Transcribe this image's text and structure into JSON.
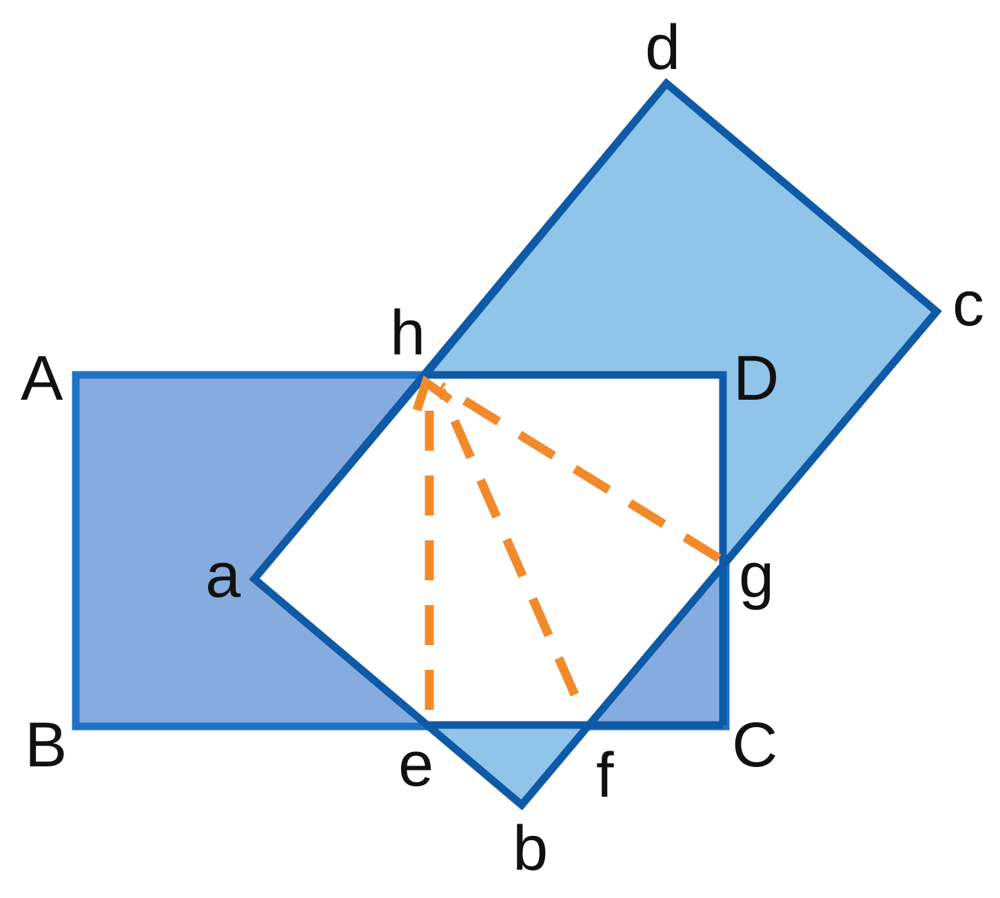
{
  "labels": {
    "A": "A",
    "B": "B",
    "C": "C",
    "D": "D",
    "a": "a",
    "b": "b",
    "c": "c",
    "d": "d",
    "e": "e",
    "f": "f",
    "g": "g",
    "h": "h"
  },
  "colors": {
    "rect_fill": "#86acdf",
    "rect_stroke": "#1f73c7",
    "square_fill": "#90c4e9",
    "square_stroke": "#0e5aa7",
    "overlap_fill": "#ffffff",
    "dashed": "#f28a2c"
  }
}
